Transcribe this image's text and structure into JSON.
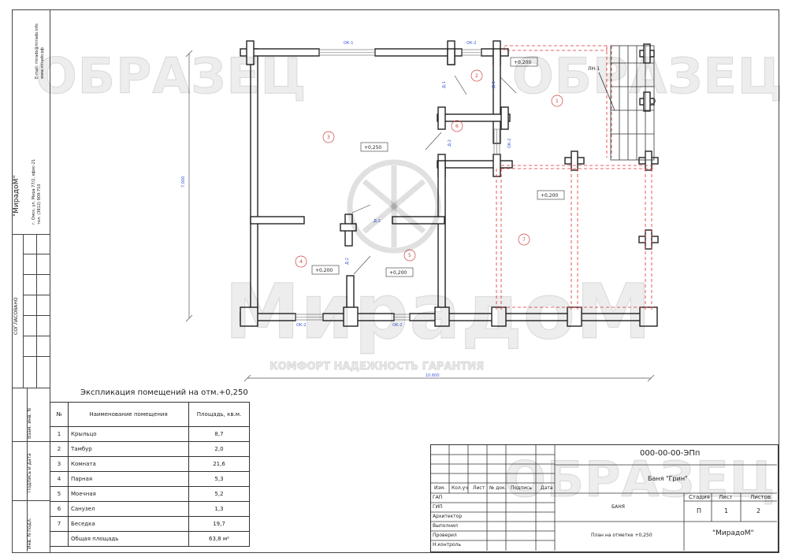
{
  "company": {
    "name": "\"МирадоМ\"",
    "address": "г. Омск, ул. Мира 77/2, офис-21",
    "phone": "тел. (3812) 909-710",
    "email": "E-mail: mirado@mirado.info",
    "site": "www.mirado.рф"
  },
  "stamp_side": {
    "agreed": "СОГЛАСОВАНО",
    "replace_inv": "Взам. инв. N",
    "sign_date": "Подпись и дата",
    "inv_orig": "Инв. N подл."
  },
  "watermarks": {
    "sample": "ОБРАЗЕЦ",
    "brand": "МирадоМ",
    "slogan": "КОМФОРТ  НАДЕЖНОСТЬ  ГАРАНТИЯ"
  },
  "plan": {
    "dim_horizontal": "10.600",
    "dim_vertical": "7.000",
    "openings": [
      "ОК-1",
      "ОК-2",
      "ОК-2",
      "ОК-2",
      "ОК-2",
      "Д-1",
      "Д-1",
      "Д-2",
      "Д-2",
      "Д-2",
      "ЛН-1"
    ],
    "level_marks": [
      "+0,200",
      "+0,250",
      "+0,200",
      "+0,200",
      "+0,200"
    ],
    "rooms": [
      "1",
      "2",
      "3",
      "4",
      "5",
      "6",
      "7"
    ]
  },
  "explication": {
    "title": "Экспликация помещений на отм.+0,250",
    "headers": [
      "№",
      "Наименование помещения",
      "Площадь, кв.м."
    ],
    "rows": [
      [
        "1",
        "Крыльцо",
        "8,7"
      ],
      [
        "2",
        "Тамбур",
        "2,0"
      ],
      [
        "3",
        "Комната",
        "21,6"
      ],
      [
        "4",
        "Парная",
        "5,3"
      ],
      [
        "5",
        "Моечная",
        "5,2"
      ],
      [
        "6",
        "Санузел",
        "1,3"
      ],
      [
        "7",
        "Беседка",
        "19,7"
      ]
    ],
    "total_label": "Общая площадь",
    "total_value": "63,8 м²"
  },
  "title_block": {
    "code": "000-00-00-ЭПп",
    "project": "Баня \"Грин\"",
    "section": "БАНЯ",
    "sheet_name": "План на отметке +0,250",
    "company": "\"МирадоМ\"",
    "col_headers": [
      "Изм.",
      "Кол.уч",
      "Лист",
      "№ док.",
      "Подпись",
      "Дата"
    ],
    "roles": [
      "ГАП",
      "ГИП",
      "Архитектор",
      "Выполнил",
      "Проверил",
      "Н.контроль"
    ],
    "stage_label": "Стадия",
    "sheet_label": "Лист",
    "sheets_label": "Листов",
    "stage": "П",
    "sheet": "1",
    "sheets": "2"
  }
}
